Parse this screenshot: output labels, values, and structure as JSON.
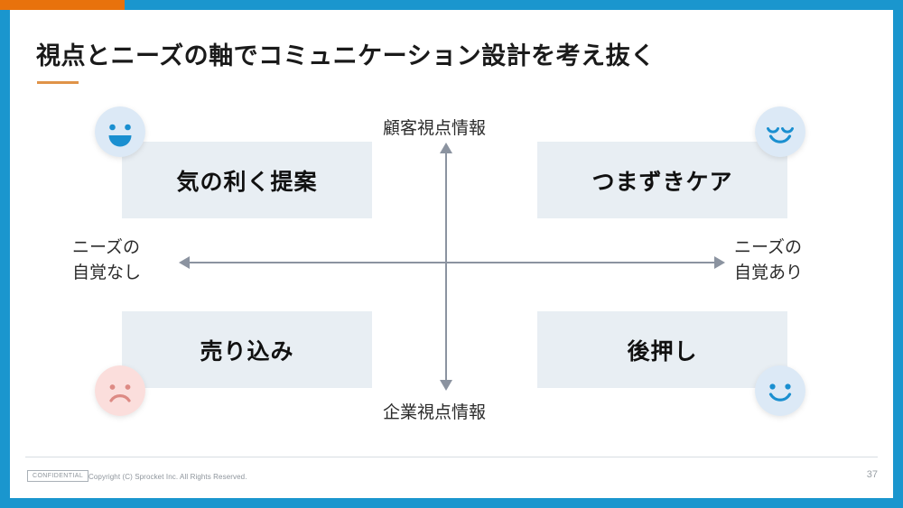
{
  "slide": {
    "title": "視点とニーズの軸でコミュニケーション設計を考え抜く",
    "page_number": "37"
  },
  "colors": {
    "frame_orange": "#e8720c",
    "frame_blue": "#1a96ce",
    "title_rule_orange": "#e09348",
    "quadrant_box_fill": "#e8eef3",
    "axis_gray": "#8b93a0",
    "face_positive_bg": "#dce9f6",
    "face_positive_fg": "#1a8fd0",
    "face_negative_bg": "#fbdedc",
    "face_negative_fg": "#dd8a84"
  },
  "axes": {
    "vertical": {
      "top_label": "顧客視点情報",
      "bottom_label": "企業視点情報"
    },
    "horizontal": {
      "left_label": "ニーズの\n自覚なし",
      "right_label": "ニーズの\n自覚あり"
    }
  },
  "quadrants": [
    {
      "id": "top-left",
      "label": "気の利く提案",
      "icon": "face-grin-icon",
      "icon_mood": "positive"
    },
    {
      "id": "top-right",
      "label": "つまずきケア",
      "icon": "face-smile-eyes-closed-icon",
      "icon_mood": "positive"
    },
    {
      "id": "bottom-left",
      "label": "売り込み",
      "icon": "face-frown-icon",
      "icon_mood": "negative"
    },
    {
      "id": "bottom-right",
      "label": "後押し",
      "icon": "face-smile-icon",
      "icon_mood": "positive"
    }
  ],
  "footer": {
    "badge": "CONFIDENTIAL",
    "copyright": "Copyright (C) Sprocket Inc. All Rights Reserved."
  }
}
